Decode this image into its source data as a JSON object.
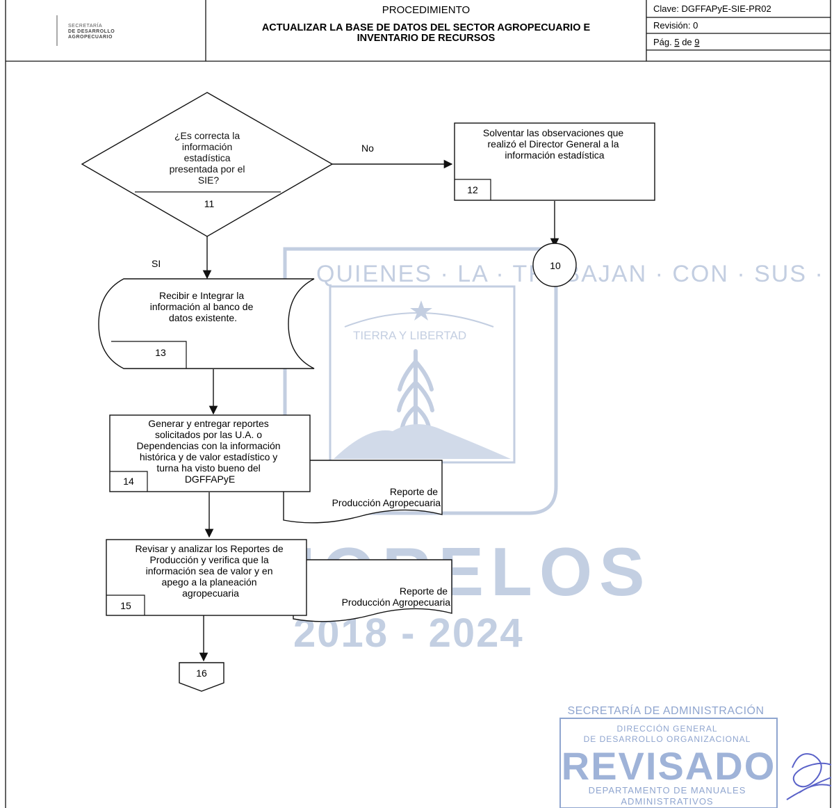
{
  "header": {
    "logo_lines": [
      "SECRETARÍA",
      "DE DESARROLLO",
      "AGROPECUARIO"
    ],
    "doc_type": "PROCEDIMIENTO",
    "title_lines": [
      "ACTUALIZAR LA BASE DE DATOS DEL SECTOR AGROPECUARIO E",
      "INVENTARIO DE RECURSOS"
    ],
    "clave": "Clave: DGFFAPyE-SIE-PR02",
    "revision": "Revisión: 0",
    "page_prefix": "Pág. ",
    "page_current": "5",
    "page_of": " de ",
    "page_total": "9"
  },
  "flow": {
    "decision_11": {
      "lines": [
        "¿Es correcta la",
        "información",
        "estadística",
        "presentada por el",
        "SIE?"
      ],
      "number": "11"
    },
    "label_no": "No",
    "label_si": "SI",
    "step_12": {
      "lines": [
        "Solventar las observaciones que",
        "realizó el Director General a la",
        "información estadística"
      ],
      "number": "12"
    },
    "connector_10": "10",
    "step_13": {
      "lines": [
        "Recibir e Integrar la",
        "información al banco de",
        "datos existente."
      ],
      "number": "13"
    },
    "step_14": {
      "lines": [
        "Generar y entregar reportes",
        "solicitados por las U.A. o",
        "Dependencias con la información",
        "histórica y de valor estadístico y",
        "turna ha visto bueno del",
        "DGFFAPyE"
      ],
      "number": "14"
    },
    "doc_14": [
      "Reporte de",
      "Producción Agropecuaria"
    ],
    "step_15": {
      "lines": [
        "Revisar y analizar los Reportes de",
        "Producción y verifica que la",
        "información sea de valor y en",
        "apego a la planeación",
        "agropecuaria"
      ],
      "number": "15"
    },
    "doc_15": [
      "Reporte de",
      "Producción Agropecuaria"
    ],
    "offpage_16": "16"
  },
  "watermark": {
    "arc_text": "QUIENES · LA · TRABAJAN · CON · SUS · MANOS",
    "ribbon": "TIERRA Y LIBERTAD",
    "state": "MORELOS",
    "years": "2018 - 2024"
  },
  "stamp": {
    "line1": "SECRETARÍA DE ADMINISTRACIÓN",
    "line2": "DIRECCIÓN GENERAL",
    "line3": "DE DESARROLLO ORGANIZACIONAL",
    "big": "REVISADO",
    "line4": "DEPARTAMENTO DE MANUALES",
    "line5": "ADMINISTRATIVOS"
  },
  "colors": {
    "ink": "#111111",
    "watermark": "#b9c6dc",
    "stamp": "#8fa5cf",
    "signature": "#5a62c8"
  }
}
